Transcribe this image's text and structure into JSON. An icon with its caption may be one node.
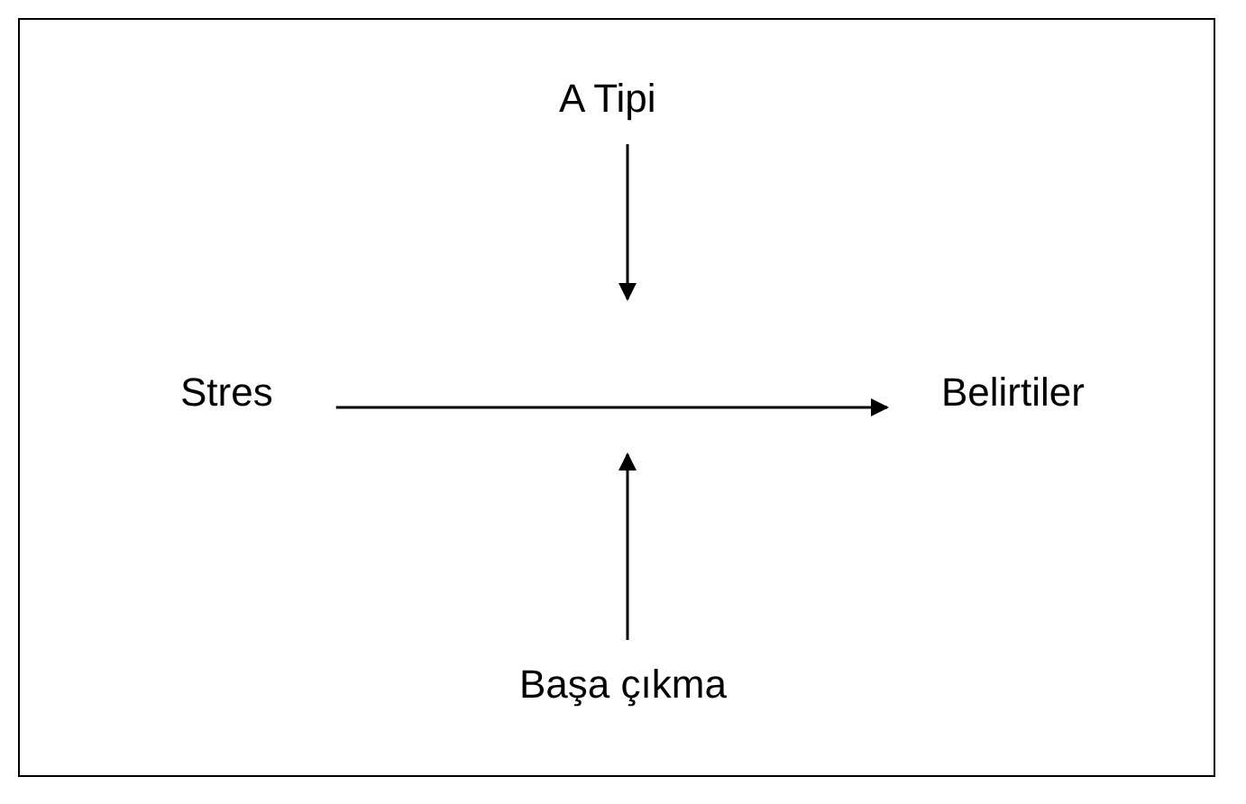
{
  "diagram": {
    "nodes": [
      {
        "text": [
          "A Tipi"
        ]
      },
      {
        "text": [
          "Stres"
        ]
      },
      {
        "text": [
          "Belirtiler"
        ]
      },
      {
        "text": [
          "Başa çıkma"
        ]
      }
    ],
    "edges": [
      {
        "from": 1,
        "to": 2,
        "arrow": "to"
      },
      {
        "from": 0,
        "to": null,
        "arrow": "to"
      },
      {
        "from": 3,
        "to": null,
        "arrow": "to"
      }
    ]
  }
}
